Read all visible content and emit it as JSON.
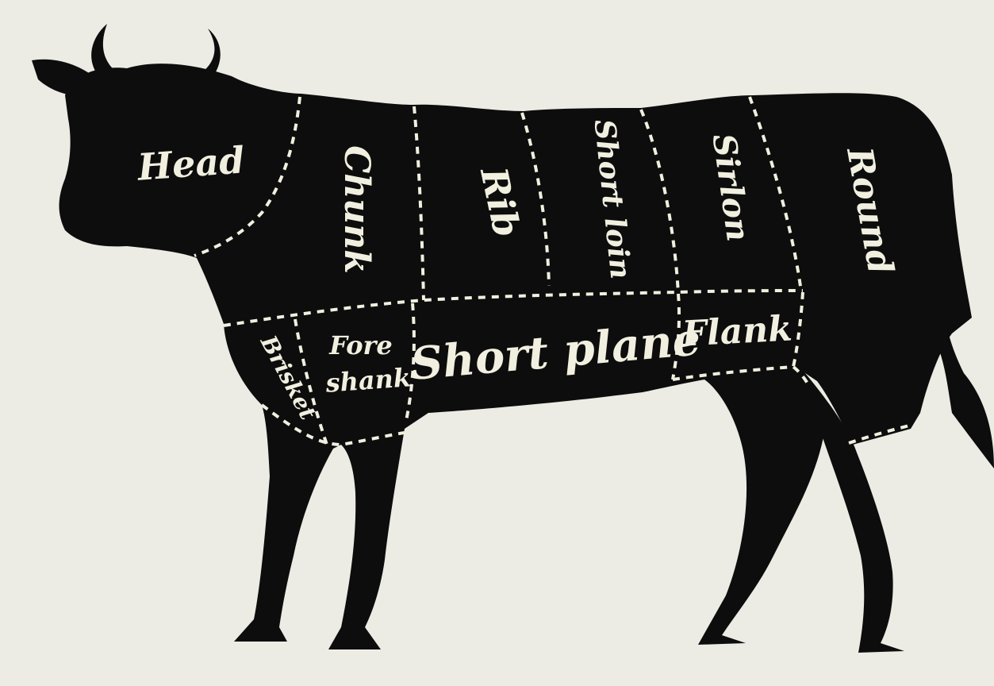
{
  "colors": {
    "background": "#ecece4",
    "silhouette": "#0d0d0d",
    "lines_and_labels": "#f1efdf"
  },
  "cuts": {
    "head": "Head",
    "chunk": "Chunk",
    "rib": "Rib",
    "short_loin": "Short loin",
    "sirlon": "Sirlon",
    "round": "Round",
    "brisket": "Brisket",
    "fore_shank_line1": "Fore",
    "fore_shank_line2": "shank",
    "short_plane": "Short plane",
    "flank": "Flank"
  }
}
